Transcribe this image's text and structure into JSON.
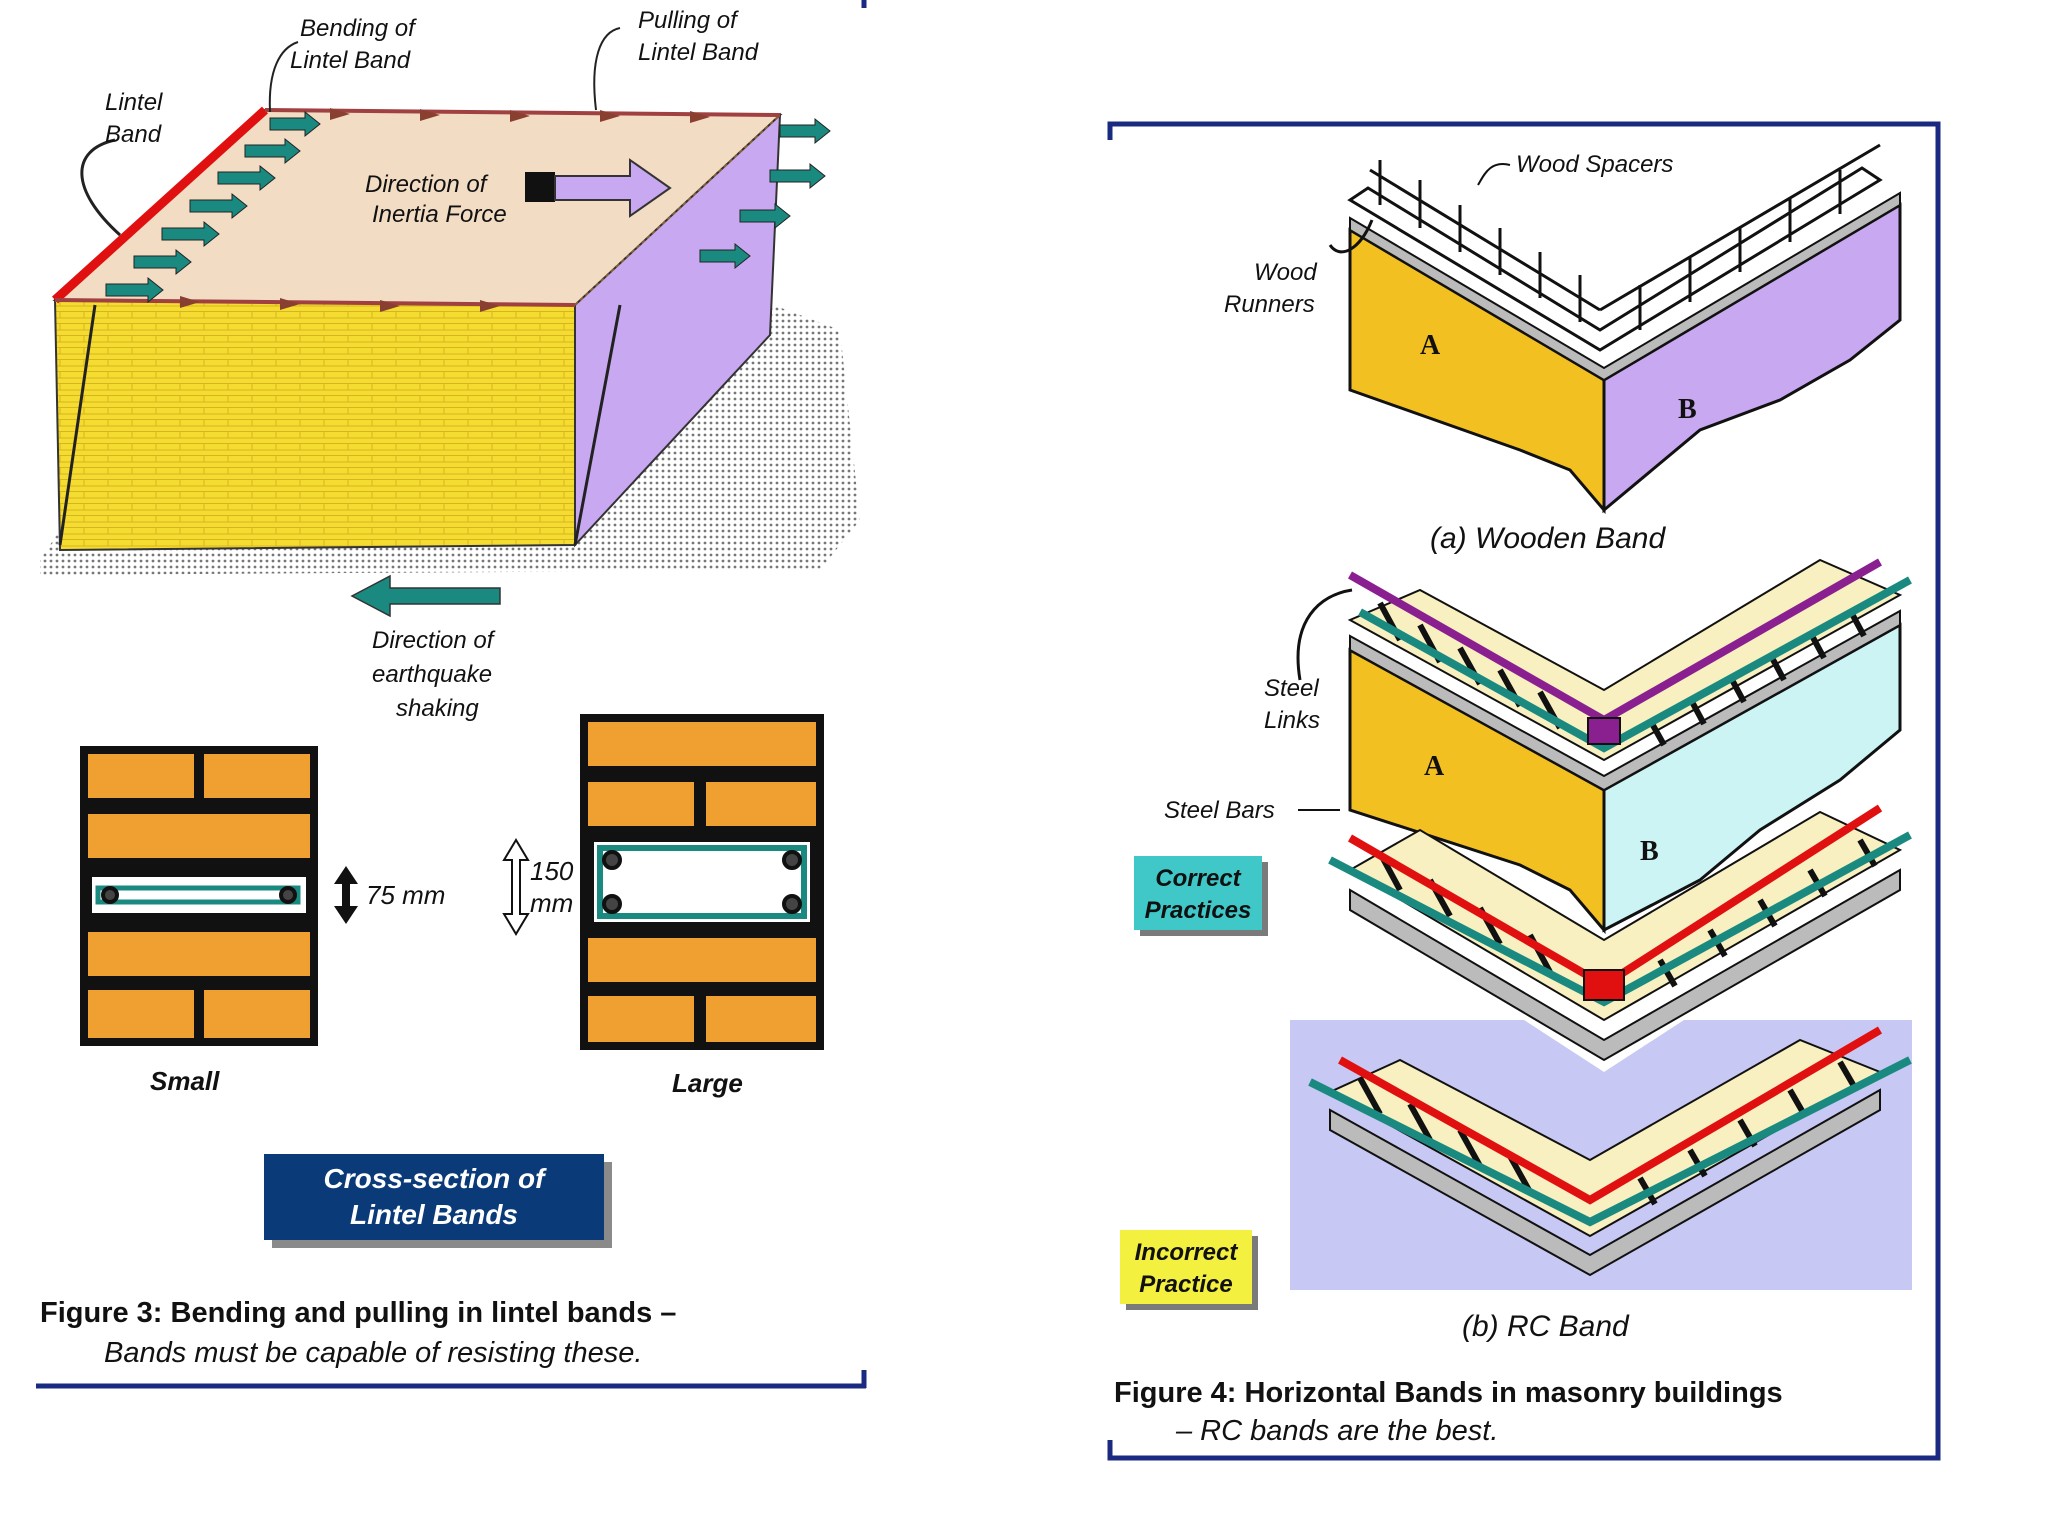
{
  "figure3": {
    "labels": {
      "bending": [
        "Bending of",
        "Lintel Band"
      ],
      "pulling": [
        "Pulling of",
        "Lintel Band"
      ],
      "lintel": [
        "Lintel",
        "Band"
      ],
      "inertia": [
        "Direction of",
        "Inertia Force"
      ],
      "shaking": [
        "Direction of",
        "earthquake",
        "shaking"
      ]
    },
    "small_label": "Small",
    "large_label": "Large",
    "small_dim": "75 mm",
    "large_dim": [
      "150",
      "mm"
    ],
    "cross_section": [
      "Cross-section of",
      "Lintel Bands"
    ],
    "caption_bold": "Figure 3: Bending and pulling in lintel bands –",
    "caption_italic": "Bands must be capable of resisting these."
  },
  "figure4": {
    "wood_spacers": "Wood Spacers",
    "wood_runners": [
      "Wood",
      "Runners"
    ],
    "wall_a": "A",
    "wall_b": "B",
    "wooden_caption": "(a) Wooden Band",
    "steel_links": [
      "Steel",
      "Links"
    ],
    "steel_bars": "Steel Bars",
    "correct": [
      "Correct",
      "Practices"
    ],
    "incorrect": [
      "Incorrect",
      "Practice"
    ],
    "rc_caption": "(b) RC Band",
    "caption_bold": "Figure 4: Horizontal Bands in masonry buildings",
    "caption_italic": "– RC bands are the best."
  },
  "colors": {
    "brick": "#f0a030",
    "wall_yellow": "#f2d21e",
    "wall_purple": "#c8a8f0",
    "band_red": "#e01010",
    "teal": "#1a8a80",
    "navy": "#0a3a78",
    "lavender": "#c8c8f4"
  }
}
